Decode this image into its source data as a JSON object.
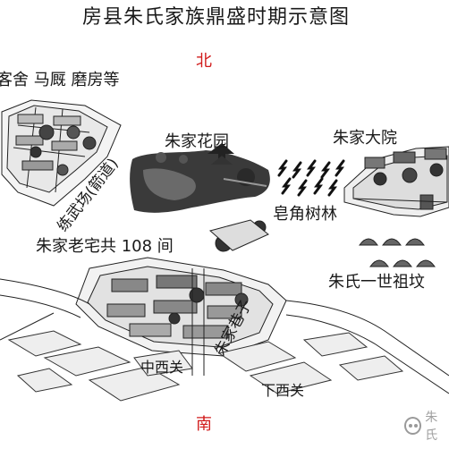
{
  "title": "房县朱氏家族鼎盛时期示意图",
  "compass": {
    "north": "北",
    "south": "南"
  },
  "labels": {
    "guesthouse": "客舍 马厩 磨房等",
    "garden": "朱家花园",
    "courtyard": "朱家大院",
    "drill_ground": "练武场(箭道)",
    "locust_grove": "皂角树林",
    "old_house": "朱家老宅共 108 间",
    "ancestral_grave": "朱氏一世祖坟",
    "alley": "朱家巷子",
    "middle_west_gate": "中西关",
    "lower_west_gate": "下西关"
  },
  "watermark": {
    "icon": "wechat-icon",
    "text": "朱氏"
  },
  "colors": {
    "accent": "#d11a1a",
    "ink": "#1a1a1a",
    "paper": "#ffffff"
  }
}
